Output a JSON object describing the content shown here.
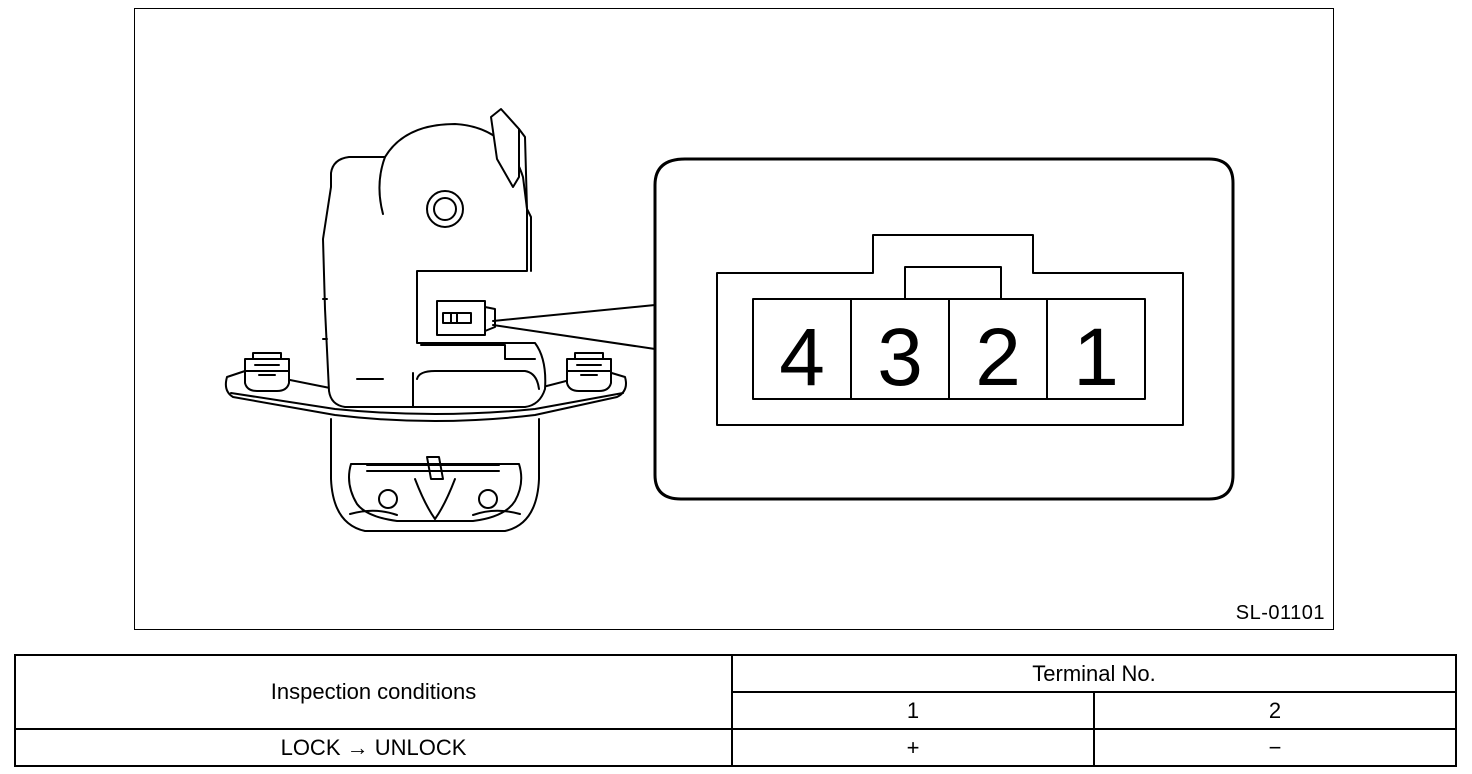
{
  "figure": {
    "code": "SL-01101",
    "terminal_numbers": [
      "4",
      "3",
      "2",
      "1"
    ]
  },
  "table": {
    "header_conditions": "Inspection conditions",
    "header_terminal": "Terminal No.",
    "terminal_1": "1",
    "terminal_2": "2",
    "rows": [
      {
        "condition": "LOCK → UNLOCK",
        "terminal_1": "+",
        "terminal_2": "−"
      }
    ]
  }
}
